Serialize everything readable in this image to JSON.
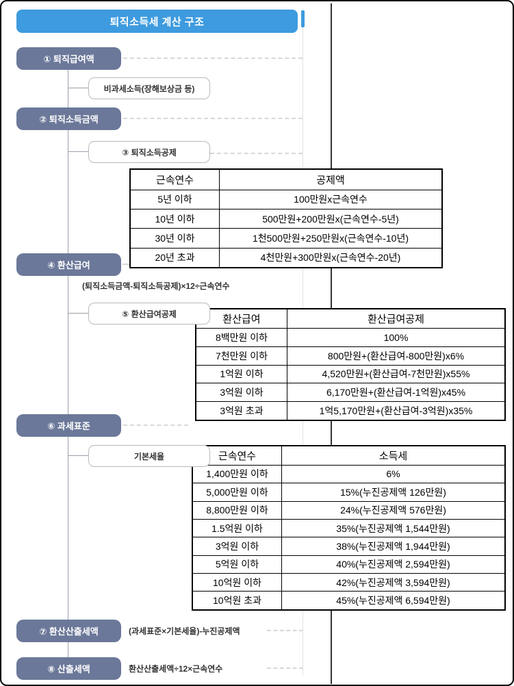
{
  "page": {
    "title": "퇴직소득세 계산 구조"
  },
  "colors": {
    "header_blue": "#3E9BDF",
    "step_box": "#6B7899",
    "dashed_line": "#D8D8D8",
    "table_border": "#000000"
  },
  "flow": {
    "step1": {
      "label": "① 퇴직급여액"
    },
    "nontax": {
      "label": "비과세소득(장해보상금 등)"
    },
    "step2": {
      "label": "② 퇴직소득금액"
    },
    "step3": {
      "label": "③ 퇴직소득공제"
    },
    "step4": {
      "label": "④ 환산급여",
      "formula": "(퇴직소득금액-퇴직소득공제)×12÷근속연수"
    },
    "step5": {
      "label": "⑤ 환산급여공제"
    },
    "step6": {
      "label": "⑥ 과세표준"
    },
    "base_rate": {
      "label": "기본세율"
    },
    "step7": {
      "label": "⑦ 환산산출세액",
      "formula": "(과세표준×기본세율)-누진공제액"
    },
    "step8": {
      "label": "⑧ 산출세액",
      "formula": "환산산출세액÷12×근속연수"
    }
  },
  "tables": {
    "service_years_deduction": {
      "headers": [
        "근속연수",
        "공제액"
      ],
      "rows": [
        [
          "5년 이하",
          "100만원x근속연수"
        ],
        [
          "10년 이하",
          "500만원+200만원x(근속연수-5년)"
        ],
        [
          "30년 이하",
          "1천500만원+250만원x(근속연수-10년)"
        ],
        [
          "20년 초과",
          "4천만원+300만원x(근속연수-20년)"
        ]
      ]
    },
    "converted_salary_deduction": {
      "headers": [
        "환산급여",
        "환산급여공제"
      ],
      "rows": [
        [
          "8백만원 이하",
          "100%"
        ],
        [
          "7천만원 이하",
          "800만원+(환산급여-800만원)x6%"
        ],
        [
          "1억원 이하",
          "4,520만원+(환산급여-7천만원)x55%"
        ],
        [
          "3억원 이하",
          "6,170만원+(환산급여-1억원)x45%"
        ],
        [
          "3억원 초과",
          "1억5,170만원+(환산급여-3억원)x35%"
        ]
      ]
    },
    "basic_tax_rate": {
      "headers": [
        "근속연수",
        "소득세"
      ],
      "rows": [
        [
          "1,400만원 이하",
          "6%"
        ],
        [
          "5,000만원 이하",
          "15%(누진공제액 126만원)"
        ],
        [
          "8,800만원 이하",
          "24%(누진공제액 576만원)"
        ],
        [
          "1.5억원 이하",
          "35%(누진공제액 1,544만원)"
        ],
        [
          "3억원 이하",
          "38%(누진공제액 1,944만원)"
        ],
        [
          "5억원 이하",
          "40%(누진공제액 2,594만원)"
        ],
        [
          "10억원 이하",
          "42%(누진공제액 3,594만원)"
        ],
        [
          "10억원 초과",
          "45%(누진공제액 6,594만원)"
        ]
      ]
    }
  }
}
